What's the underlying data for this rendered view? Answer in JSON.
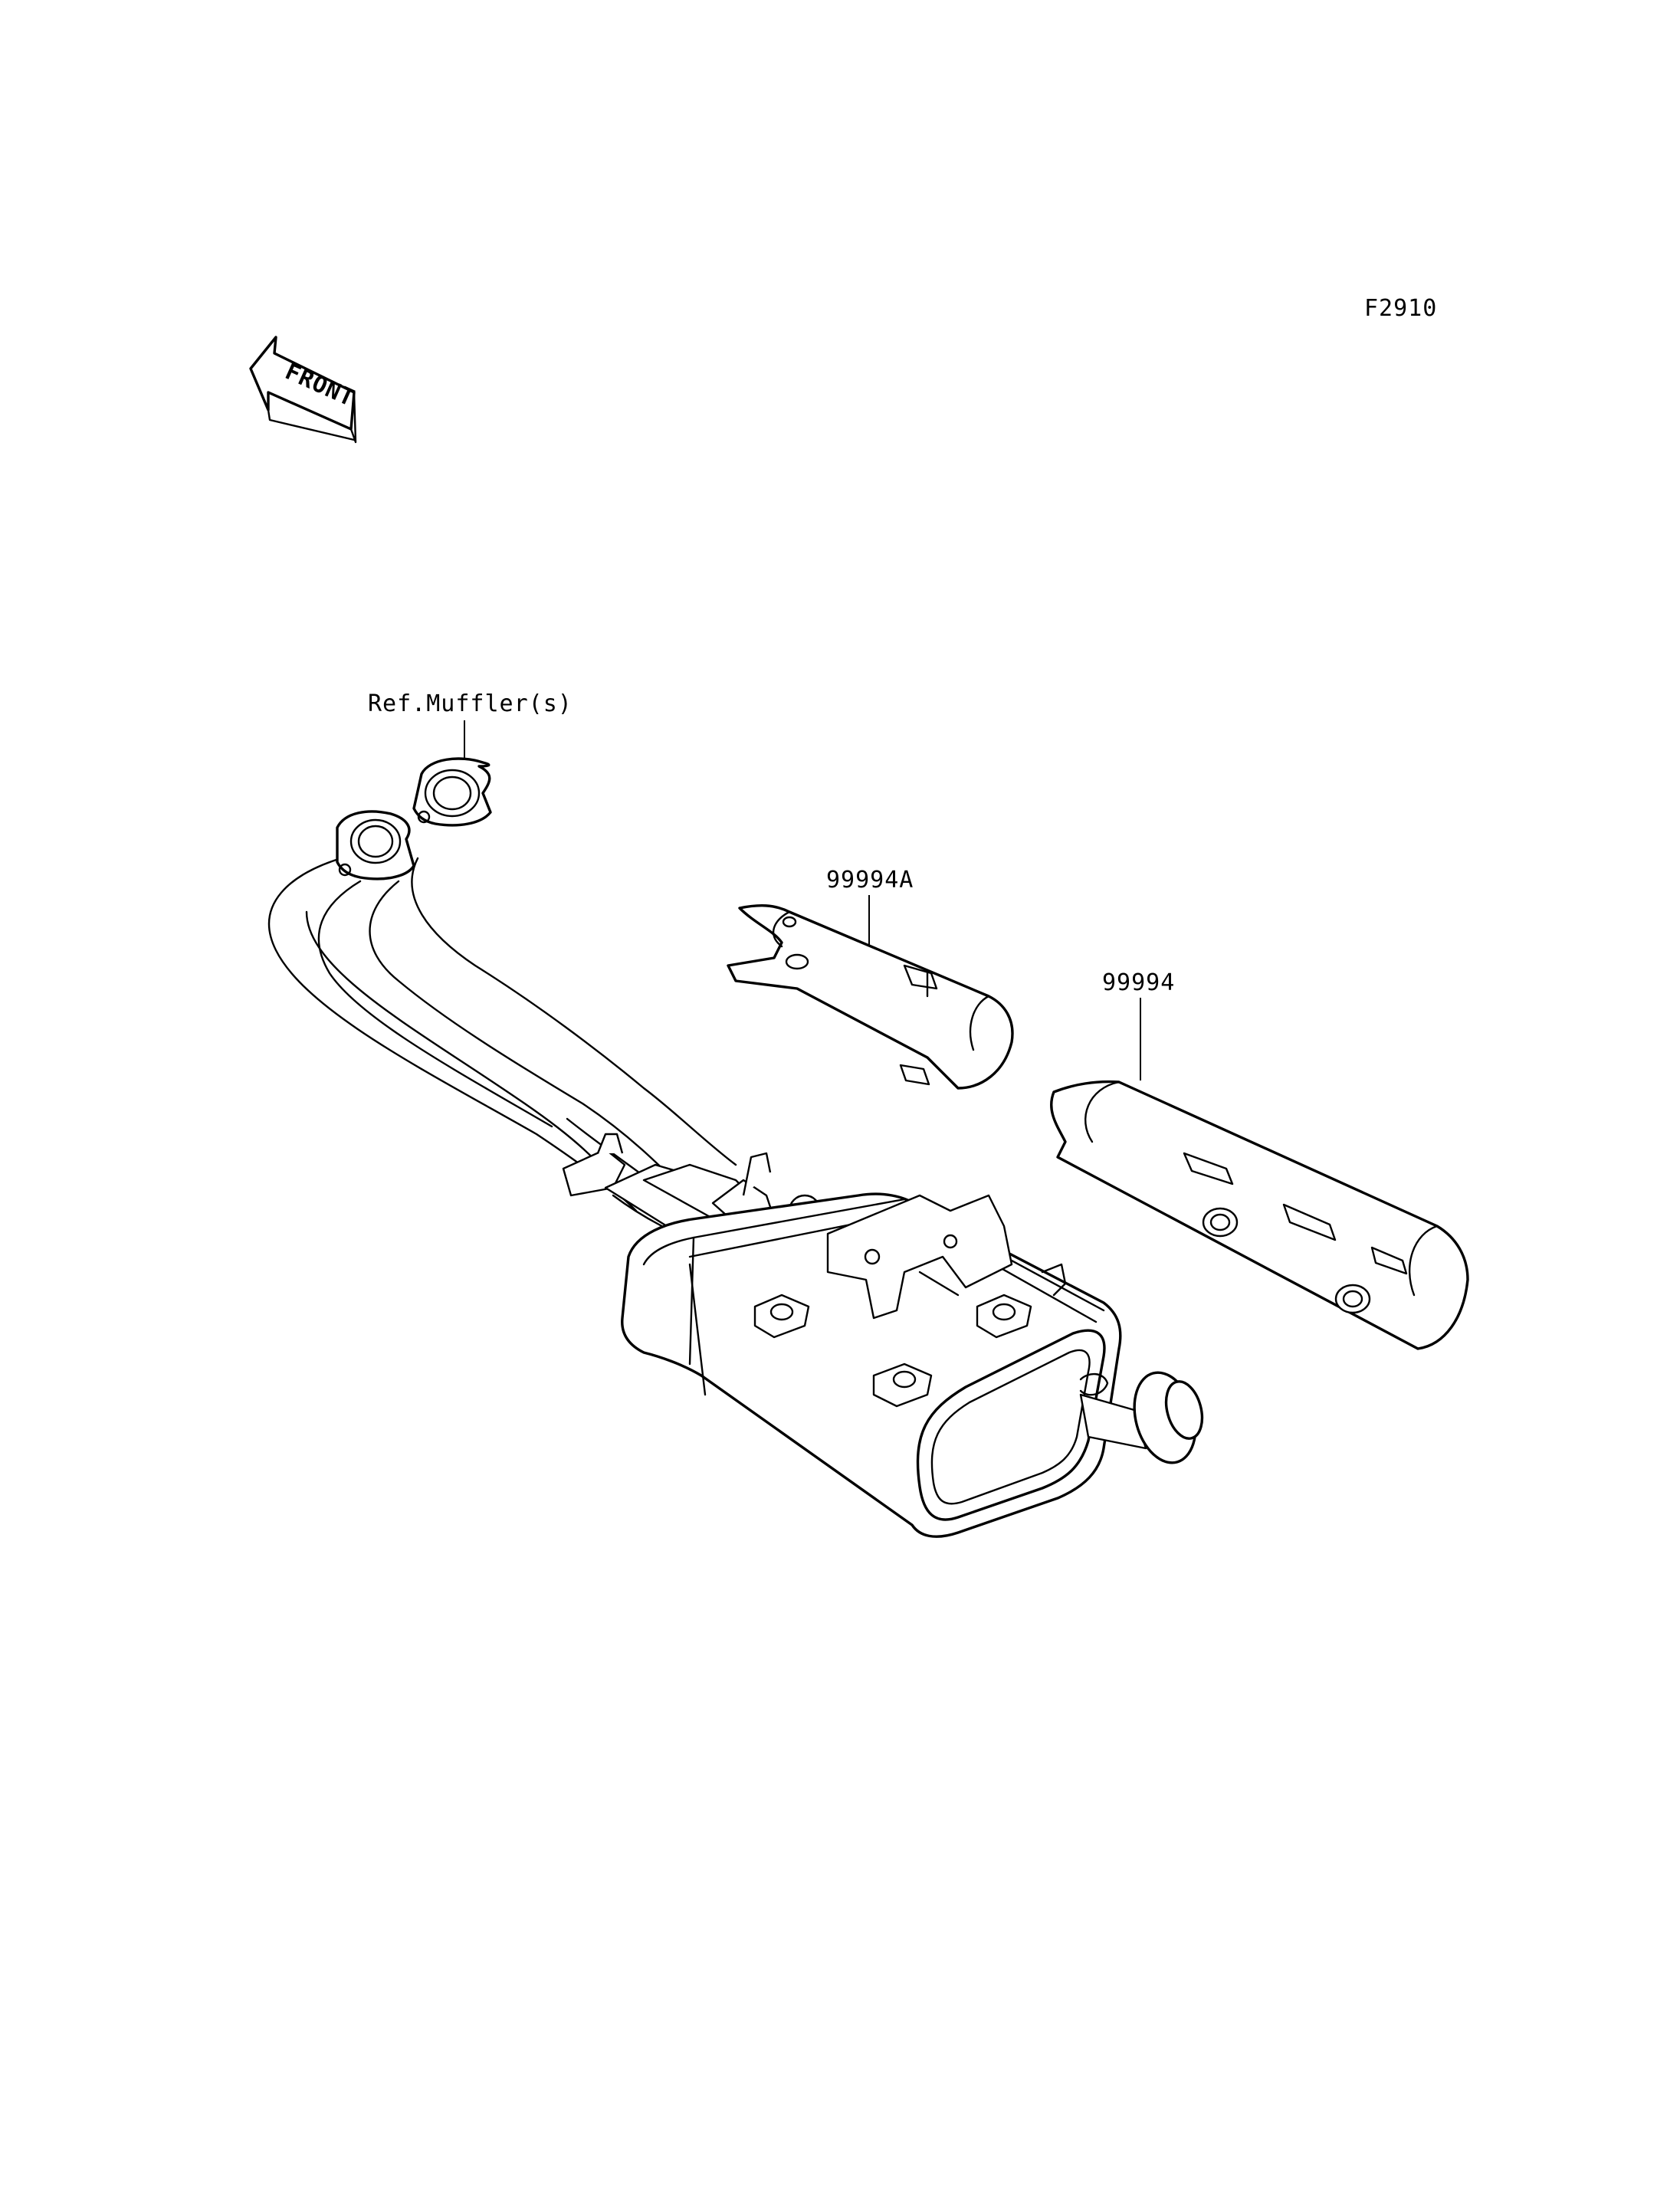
{
  "figure_code": "F2910",
  "front_arrow": {
    "text": "FRONT"
  },
  "callouts": {
    "ref_mufflers": "Ref.Muffler(s)",
    "part_a": "99994A",
    "part_b": "99994"
  }
}
